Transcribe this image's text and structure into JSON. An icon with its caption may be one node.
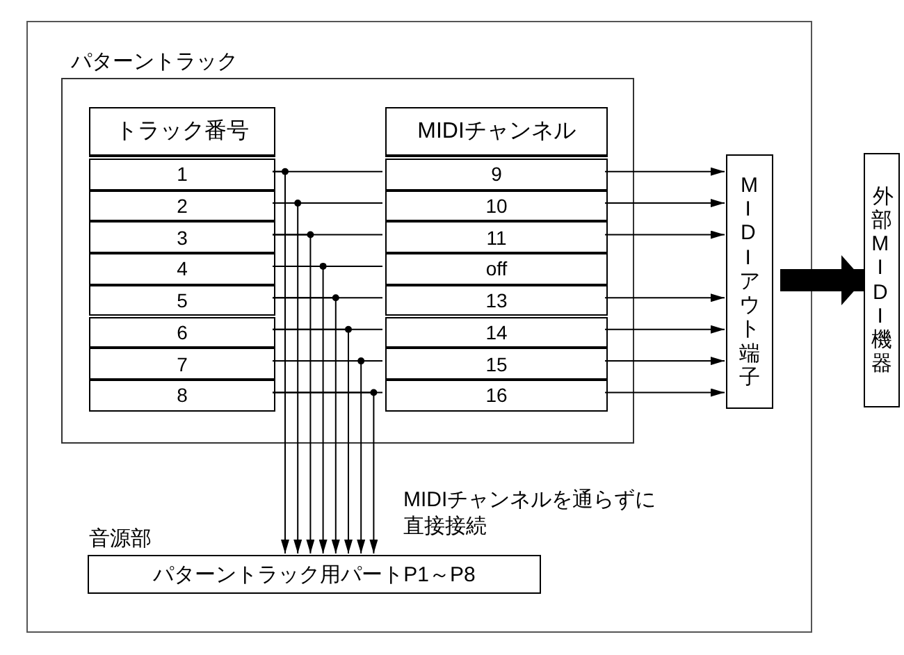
{
  "diagram": {
    "nodes": [
      {
        "text": [],
        "shape": "box"
      },
      {
        "text": [
          "パターントラック"
        ],
        "in": 0
      },
      {
        "text": [
          "トラック番号"
        ],
        "in": 1
      },
      {
        "text": [
          "1"
        ],
        "in": 1
      },
      {
        "text": [
          "2"
        ],
        "in": 1
      },
      {
        "text": [
          "3"
        ],
        "in": 1
      },
      {
        "text": [
          "4"
        ],
        "in": 1
      },
      {
        "text": [
          "5"
        ],
        "in": 1
      },
      {
        "text": [
          "6"
        ],
        "in": 1
      },
      {
        "text": [
          "7"
        ],
        "in": 1
      },
      {
        "text": [
          "8"
        ],
        "in": 1
      },
      {
        "text": [
          "MIDIチャンネル"
        ],
        "in": 1
      },
      {
        "text": [
          "9"
        ],
        "in": 1
      },
      {
        "text": [
          "10"
        ],
        "in": 1
      },
      {
        "text": [
          "11"
        ],
        "in": 1
      },
      {
        "text": [
          "off"
        ],
        "in": 1
      },
      {
        "text": [
          "13"
        ],
        "in": 1
      },
      {
        "text": [
          "14"
        ],
        "in": 1
      },
      {
        "text": [
          "15"
        ],
        "in": 1
      },
      {
        "text": [
          "16"
        ],
        "in": 1
      },
      {
        "text": [
          "MIDIアウト端子"
        ],
        "in": 0
      },
      {
        "text": [
          "音源部",
          "パターントラック用パートP1～P8"
        ],
        "in": 0
      },
      {
        "text": [
          "外部MIDI機器"
        ]
      }
    ],
    "edges": [
      {
        "from": 3,
        "to": 12,
        "arrow": "none"
      },
      {
        "from": 4,
        "to": 13,
        "arrow": "none"
      },
      {
        "from": 5,
        "to": 14,
        "arrow": "none"
      },
      {
        "from": 6,
        "to": 15,
        "arrow": "none"
      },
      {
        "from": 7,
        "to": 16,
        "arrow": "none"
      },
      {
        "from": 8,
        "to": 17,
        "arrow": "none"
      },
      {
        "from": 9,
        "to": 18,
        "arrow": "none"
      },
      {
        "from": 10,
        "to": 19,
        "arrow": "none"
      },
      {
        "from": 3,
        "to": 21,
        "arrow": "to"
      },
      {
        "from": 4,
        "to": 21,
        "arrow": "to"
      },
      {
        "from": 5,
        "to": 21,
        "arrow": "to"
      },
      {
        "from": 6,
        "to": 21,
        "arrow": "to"
      },
      {
        "from": 7,
        "to": 21,
        "arrow": "to"
      },
      {
        "from": 8,
        "to": 21,
        "arrow": "to"
      },
      {
        "from": 9,
        "to": 21,
        "arrow": "to"
      },
      {
        "from": 10,
        "to": 21,
        "arrow": "to"
      },
      {
        "from": 12,
        "to": 20,
        "arrow": "to"
      },
      {
        "from": 13,
        "to": 20,
        "arrow": "to"
      },
      {
        "from": 14,
        "to": 20,
        "arrow": "to"
      },
      {
        "from": 16,
        "to": 20,
        "arrow": "to"
      },
      {
        "from": 17,
        "to": 20,
        "arrow": "to"
      },
      {
        "from": 18,
        "to": 20,
        "arrow": "to"
      },
      {
        "from": 19,
        "to": 20,
        "arrow": "to"
      },
      {
        "from": 20,
        "to": 22,
        "arrow": "to",
        "style": "thick"
      }
    ],
    "labels": [
      "MIDIチャンネルを通らずに直接接続"
    ]
  }
}
